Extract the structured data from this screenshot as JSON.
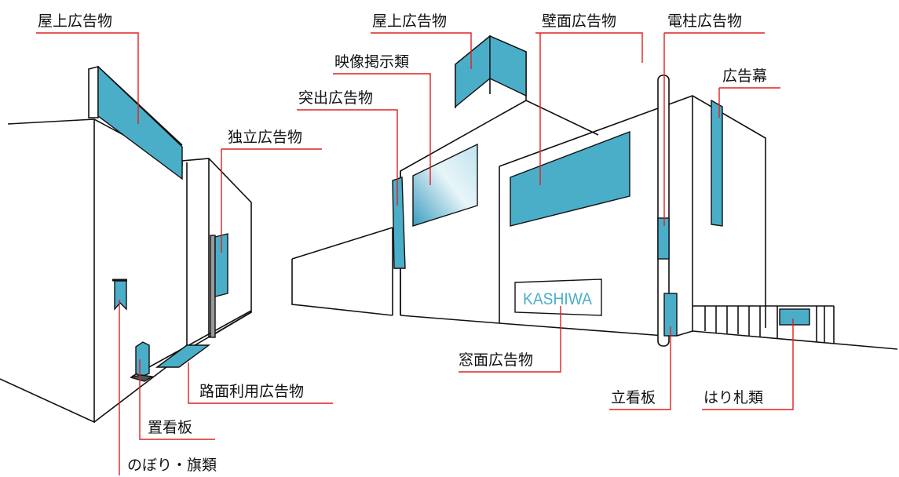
{
  "colors": {
    "sign": "#4aaec9",
    "leader": "#e02020",
    "outline": "#111111"
  },
  "labels": {
    "rooftop_left": "屋上広告物",
    "rooftop_right": "屋上広告物",
    "wall": "壁面広告物",
    "pole": "電柱広告物",
    "video": "映像掲示類",
    "curtain": "広告幕",
    "projecting": "突出広告物",
    "freestanding": "独立広告物",
    "road": "路面利用広告物",
    "placed_board": "置看板",
    "banner_flag": "のぼり・旗類",
    "window": "窓面広告物",
    "standing_board": "立看板",
    "posters": "はり札類"
  },
  "window_sign_text": "KASHIWA"
}
